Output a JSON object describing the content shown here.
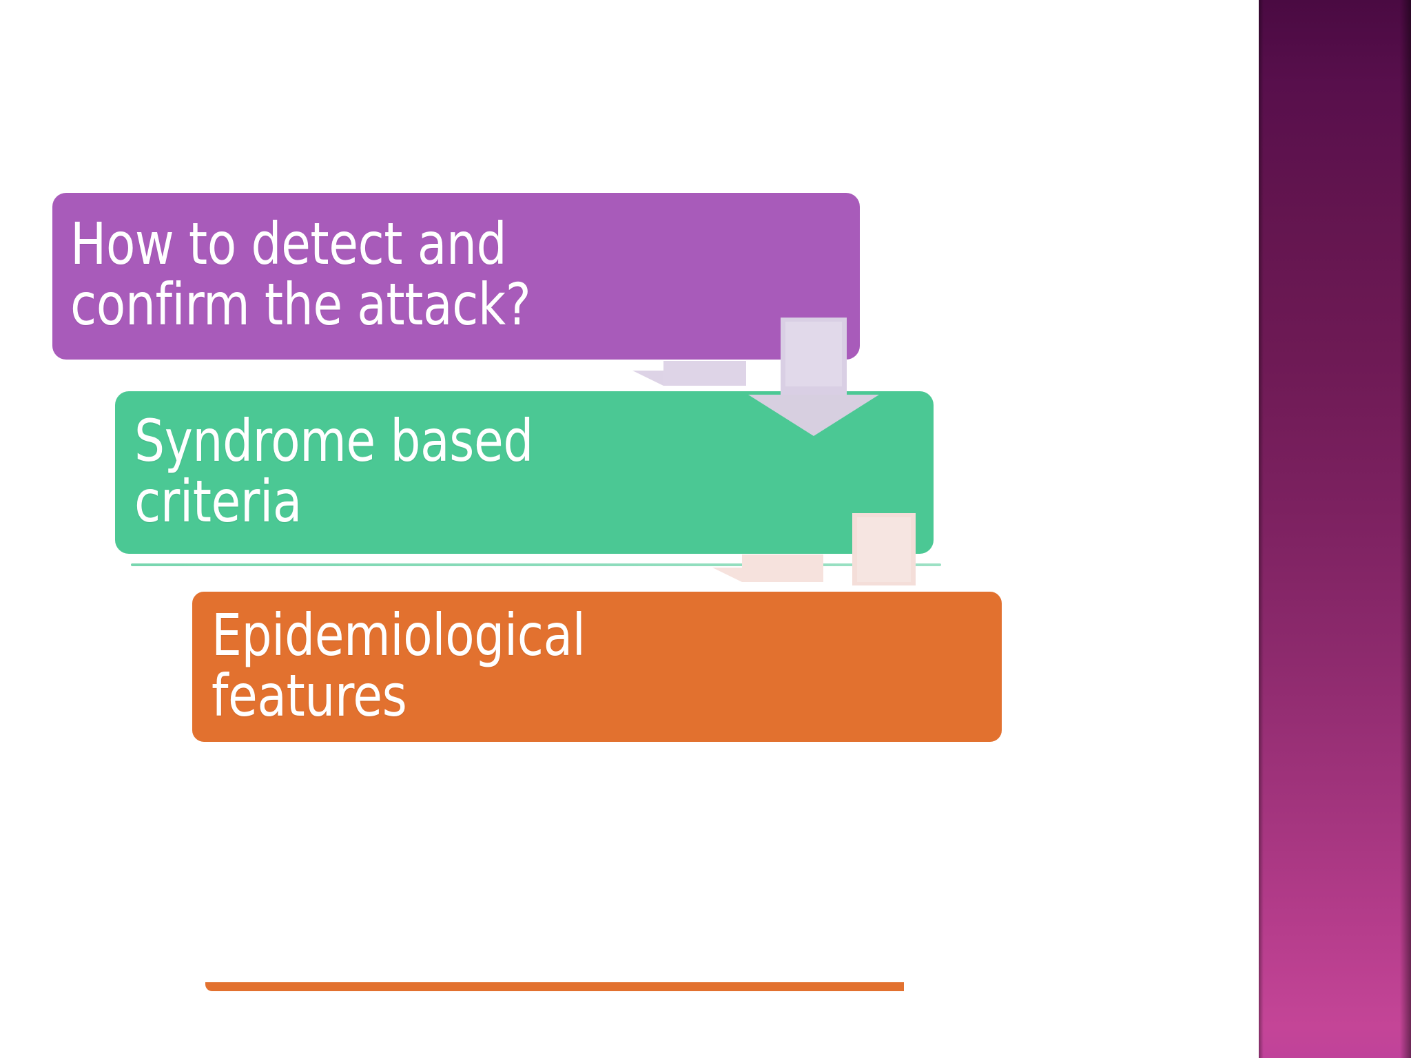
{
  "slide": {
    "background_color": "#ffffff",
    "accent_band_color_top": "#4a0a42",
    "accent_band_color_bottom": "#c0429a"
  },
  "diagram": {
    "type": "vertical-chevron-process",
    "stages": [
      {
        "id": "stage-1",
        "label": "How to detect and\nconfirm the attack?",
        "color": "#a85bba",
        "text_color": "#ffffff"
      },
      {
        "id": "stage-2",
        "label": "Syndrome based\ncriteria",
        "color": "#4bc894",
        "text_color": "#ffffff"
      },
      {
        "id": "stage-3",
        "label": "Epidemiological\nfeatures",
        "color": "#e2712f",
        "text_color": "#ffffff"
      }
    ],
    "connectors": [
      {
        "id": "arrow-1",
        "from": "stage-1",
        "to": "stage-2",
        "color": "#d9cfe4",
        "direction": "down"
      },
      {
        "id": "arrow-2",
        "from": "stage-2",
        "to": "stage-3",
        "color": "#f4ded9",
        "direction": "down"
      }
    ]
  }
}
